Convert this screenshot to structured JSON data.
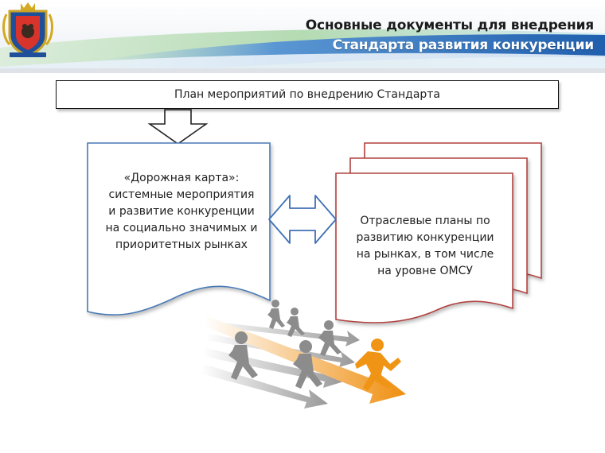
{
  "header": {
    "title_line1": "Основные документы для внедрения",
    "title_line2": "Стандарта развития конкуренции",
    "crest_icon": "regional-coat-of-arms-icon"
  },
  "plan": {
    "label": "План мероприятий по внедрению Стандарта"
  },
  "roadmap": {
    "lines": [
      "«Дорожная карта»:",
      "системные мероприятия",
      "и развитие конкуренции",
      "на социально значимых и",
      "приоритетных рынках"
    ]
  },
  "sector_plans": {
    "lines": [
      "Отраслевые планы по",
      "развитию конкуренции",
      "на рынках, в том числе",
      "на уровне ОМСУ"
    ]
  },
  "illustration": {
    "icon": "runners-race-arrows-icon"
  },
  "colors": {
    "roadmap_border": "#4a7ab5",
    "sector_border": "#b0433f",
    "double_arrow": "#3f6fb5",
    "leader_runner": "#f09416",
    "header_blue": "#2f6fb8"
  }
}
